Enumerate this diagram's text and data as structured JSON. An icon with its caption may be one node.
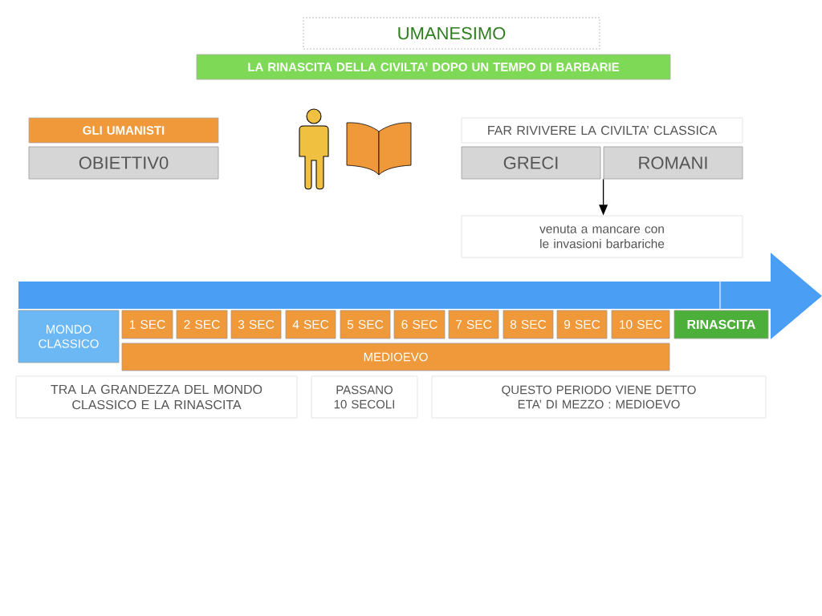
{
  "diagram": {
    "nodes": [
      {
        "text": [
          "UMANESIMO"
        ]
      },
      {
        "text": [
          "LA RINASCITA DELLA CIVILTA’ DOPO UN TEMPO DI BARBARIE"
        ]
      },
      {
        "text": [
          "GLI UMANISTI"
        ]
      },
      {
        "text": [
          "OBIETTIV0"
        ]
      },
      {
        "text": [
          "FAR RIVIVERE LA CIVILTA’ CLASSICA"
        ]
      },
      {
        "text": [
          "GRECI"
        ]
      },
      {
        "text": [
          "ROMANI"
        ]
      },
      {
        "text": [
          "venuta a mancare con le invasioni barbariche"
        ]
      },
      {
        "text": [
          "MONDO CLASSICO"
        ]
      },
      {
        "text": [
          "1 SEC"
        ]
      },
      {
        "text": [
          "2 SEC"
        ]
      },
      {
        "text": [
          "3 SEC"
        ]
      },
      {
        "text": [
          "4 SEC"
        ]
      },
      {
        "text": [
          "5 SEC"
        ]
      },
      {
        "text": [
          "6 SEC"
        ]
      },
      {
        "text": [
          "7 SEC"
        ]
      },
      {
        "text": [
          "8 SEC"
        ]
      },
      {
        "text": [
          "9 SEC"
        ]
      },
      {
        "text": [
          "10 SEC"
        ]
      },
      {
        "text": [
          "RINASCITA"
        ]
      },
      {
        "text": [
          "MEDIOEVO"
        ]
      },
      {
        "text": [
          "TRA LA GRANDEZZA DEL MONDO CLASSICO E LA RINASCITA"
        ]
      },
      {
        "text": [
          "PASSANO 10 SECOLI"
        ]
      },
      {
        "text": [
          "QUESTO PERIODO VIENE DETTO ETA’ DI MEZZO : MEDIOEVO"
        ]
      }
    ],
    "edges": [
      {
        "from": 6,
        "to": 7,
        "arrow": "to"
      }
    ]
  }
}
